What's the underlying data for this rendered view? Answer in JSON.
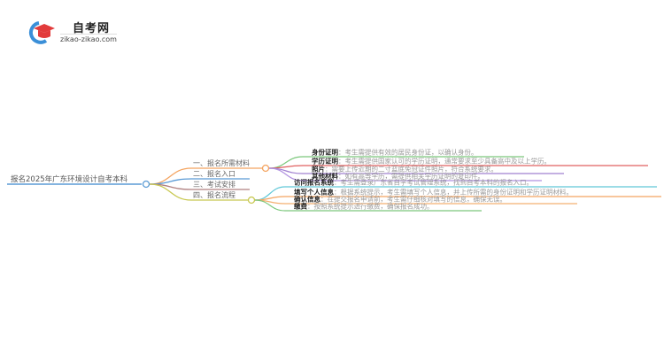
{
  "logo": {
    "title": "自考网",
    "url": "zikao-zikao.com"
  },
  "root": {
    "label": "报名2025年广东环境设计自考本科",
    "color": "#5b9bd5"
  },
  "branches": [
    {
      "label": "一、报名所需材料",
      "color": "#f4a460"
    },
    {
      "label": "二、报名入口",
      "color": "#5b9bd5"
    },
    {
      "label": "三、考试安排",
      "color": "#b08080"
    },
    {
      "label": "四、报名流程",
      "color": "#c8c850"
    }
  ],
  "materials": [
    {
      "key": "身份证明",
      "text": "：考生需提供有效的居民身份证，以确认身份。",
      "color": "#7cc87c"
    },
    {
      "key": "学历证明",
      "text": "：考生需提供国家认可的学历证明，通常要求至少具备高中及以上学历。",
      "color": "#e06060"
    },
    {
      "key": "照片",
      "text": "：需要上传近期的二寸蓝底免冠证件照片，符合系统要求。",
      "color": "#a080d0"
    },
    {
      "key": "其他材料",
      "text": "：如有高等学历，需提供相关学历证明的复印件。",
      "color": "#b090e0"
    }
  ],
  "process": [
    {
      "key": "访问报名系统",
      "text": "：考生需登录广东省自学考试管理系统，找到自考本科的报名入口。",
      "color": "#60c8d8"
    },
    {
      "key": "填写个人信息",
      "text": "：根据系统提示，考生需填写个人信息，并上传所需的身份证明和学历证明材料。",
      "color": "#f4a460"
    },
    {
      "key": "确认信息",
      "text": "：在提交报名申请前，考生需仔细核对填写的信息，确保无误。",
      "color": "#f4b070"
    },
    {
      "key": "缴费",
      "text": "：按照系统提示进行缴费，确保报名成功。",
      "color": "#7cc87c"
    }
  ]
}
